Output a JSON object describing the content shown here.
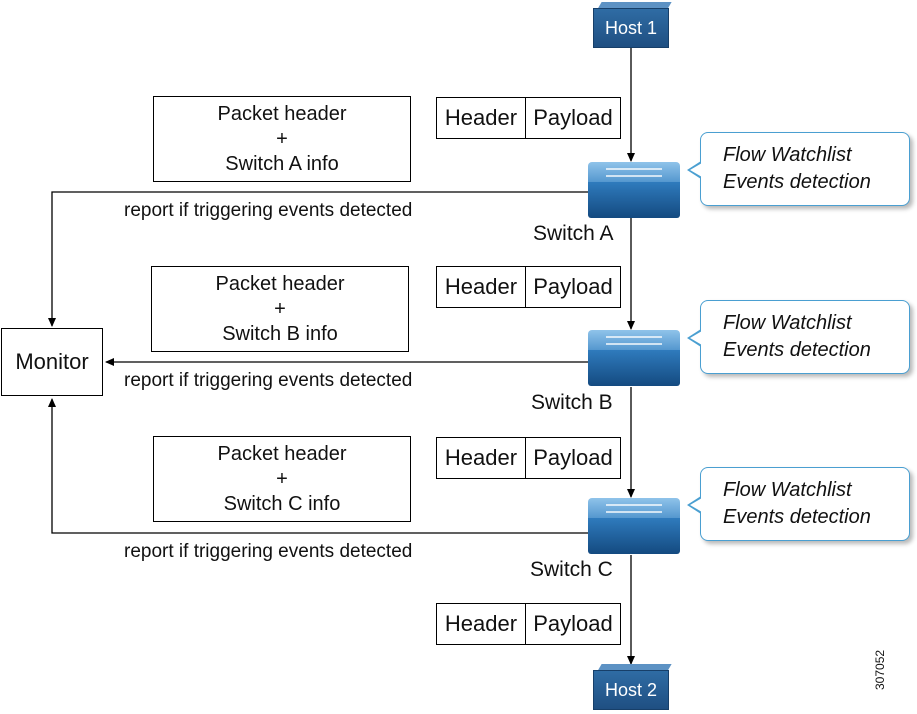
{
  "hosts": {
    "top": "Host 1",
    "bottom": "Host 2"
  },
  "packet": {
    "header": "Header",
    "payload": "Payload"
  },
  "switches": [
    {
      "label": "Switch A",
      "info_line1": "Packet header",
      "info_plus": "+",
      "info_line3": "Switch A info"
    },
    {
      "label": "Switch B",
      "info_line1": "Packet header",
      "info_plus": "+",
      "info_line3": "Switch B info"
    },
    {
      "label": "Switch C",
      "info_line1": "Packet header",
      "info_plus": "+",
      "info_line3": "Switch C info"
    }
  ],
  "callout": {
    "line1": "Flow Watchlist",
    "line2": "Events detection"
  },
  "report_text": "report if triggering events detected",
  "monitor": "Monitor",
  "figure_id": "307052"
}
